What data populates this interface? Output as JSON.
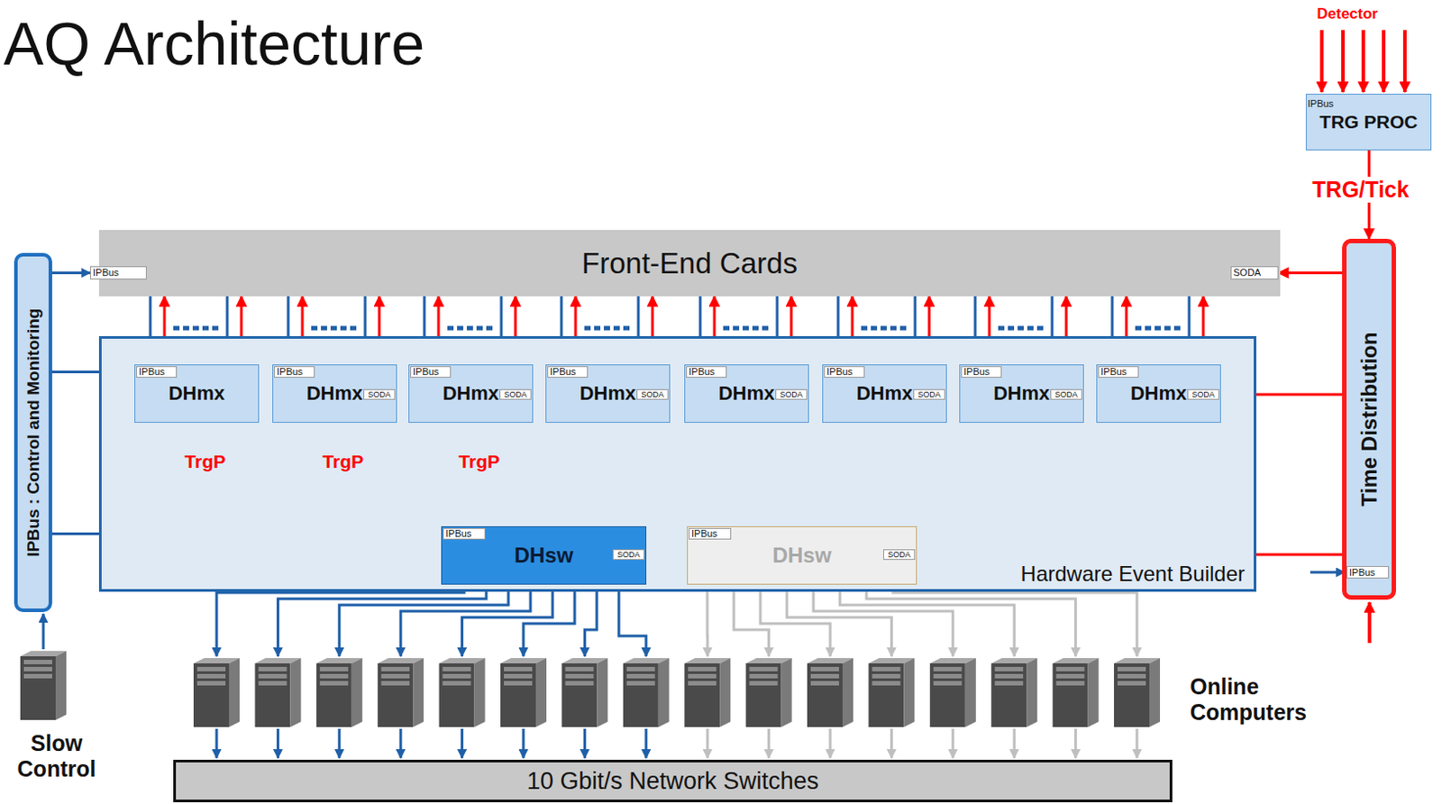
{
  "diagram": {
    "title": "AQ Architecture",
    "nodes": [
      {
        "text": [
          "TRG PROC"
        ]
      },
      {
        "text": [
          "IPBus"
        ],
        "in": 0
      },
      {
        "text": [
          "IPBus : Control and Monitoring"
        ]
      },
      {
        "text": [
          "Front-End Cards"
        ]
      },
      {
        "text": [
          "IPBus"
        ],
        "in": 3
      },
      {
        "text": [
          "SODA"
        ],
        "in": 3
      },
      {
        "text": [
          "Time Distribution"
        ]
      },
      {
        "text": [
          "IPBus"
        ],
        "in": 6
      },
      {
        "text": [
          "Hardware Event Builder"
        ]
      },
      {
        "text": [
          "DHmx"
        ],
        "in": 8
      },
      {
        "text": [
          "IPBus"
        ],
        "in": 9
      },
      {
        "text": [
          "DHmx"
        ],
        "in": 8
      },
      {
        "text": [
          "IPBus"
        ],
        "in": 11
      },
      {
        "text": [
          "SODA"
        ],
        "in": 11
      },
      {
        "text": [
          "DHmx"
        ],
        "in": 8
      },
      {
        "text": [
          "IPBus"
        ],
        "in": 14
      },
      {
        "text": [
          "SODA"
        ],
        "in": 14
      },
      {
        "text": [
          "DHmx"
        ],
        "in": 8
      },
      {
        "text": [
          "IPBus"
        ],
        "in": 17
      },
      {
        "text": [
          "SODA"
        ],
        "in": 17
      },
      {
        "text": [
          "DHmx"
        ],
        "in": 8
      },
      {
        "text": [
          "IPBus"
        ],
        "in": 20
      },
      {
        "text": [
          "SODA"
        ],
        "in": 20
      },
      {
        "text": [
          "DHmx"
        ],
        "in": 8
      },
      {
        "text": [
          "IPBus"
        ],
        "in": 23
      },
      {
        "text": [
          "SODA"
        ],
        "in": 23
      },
      {
        "text": [
          "DHmx"
        ],
        "in": 8
      },
      {
        "text": [
          "IPBus"
        ],
        "in": 26
      },
      {
        "text": [
          "SODA"
        ],
        "in": 26
      },
      {
        "text": [
          "DHmx"
        ],
        "in": 8
      },
      {
        "text": [
          "IPBus"
        ],
        "in": 29
      },
      {
        "text": [
          "SODA"
        ],
        "in": 29
      },
      {
        "text": [
          "DHsw"
        ],
        "in": 8
      },
      {
        "text": [
          "IPBus"
        ],
        "in": 32
      },
      {
        "text": [
          "SODA"
        ],
        "in": 32
      },
      {
        "text": [
          "DHsw"
        ],
        "in": 8
      },
      {
        "text": [
          "IPBus"
        ],
        "in": 35
      },
      {
        "text": [
          "SODA"
        ],
        "in": 35
      },
      {
        "text": [
          "10 Gbit/s Network Switches"
        ]
      }
    ],
    "edges": [
      {
        "from": 0,
        "to": 6,
        "arrow": "to",
        "label": "TRG/Tick"
      },
      {
        "from": 2,
        "to": 4,
        "arrow": "to"
      },
      {
        "from": 2,
        "to": 10,
        "arrow": "to"
      },
      {
        "from": 2,
        "to": 33,
        "arrow": "to"
      },
      {
        "from": 6,
        "to": 5,
        "arrow": "to"
      },
      {
        "from": 6,
        "to": 31,
        "arrow": "to"
      },
      {
        "from": 6,
        "to": 37,
        "arrow": "to"
      },
      {
        "from": 3,
        "to": 9,
        "arrow": "to"
      },
      {
        "from": 9,
        "to": 3,
        "arrow": "to"
      },
      {
        "from": 3,
        "to": 9,
        "arrow": "to"
      },
      {
        "from": 9,
        "to": 3,
        "arrow": "to"
      },
      {
        "from": 3,
        "to": 11,
        "arrow": "to"
      },
      {
        "from": 11,
        "to": 3,
        "arrow": "to"
      },
      {
        "from": 3,
        "to": 11,
        "arrow": "to"
      },
      {
        "from": 11,
        "to": 3,
        "arrow": "to"
      },
      {
        "from": 3,
        "to": 14,
        "arrow": "to"
      },
      {
        "from": 14,
        "to": 3,
        "arrow": "to"
      },
      {
        "from": 3,
        "to": 14,
        "arrow": "to"
      },
      {
        "from": 14,
        "to": 3,
        "arrow": "to"
      },
      {
        "from": 3,
        "to": 17,
        "arrow": "to"
      },
      {
        "from": 17,
        "to": 3,
        "arrow": "to"
      },
      {
        "from": 3,
        "to": 17,
        "arrow": "to"
      },
      {
        "from": 17,
        "to": 3,
        "arrow": "to"
      },
      {
        "from": 3,
        "to": 20,
        "arrow": "to"
      },
      {
        "from": 20,
        "to": 3,
        "arrow": "to"
      },
      {
        "from": 3,
        "to": 20,
        "arrow": "to"
      },
      {
        "from": 20,
        "to": 3,
        "arrow": "to"
      },
      {
        "from": 3,
        "to": 23,
        "arrow": "to"
      },
      {
        "from": 23,
        "to": 3,
        "arrow": "to"
      },
      {
        "from": 3,
        "to": 23,
        "arrow": "to"
      },
      {
        "from": 23,
        "to": 3,
        "arrow": "to"
      },
      {
        "from": 3,
        "to": 26,
        "arrow": "to"
      },
      {
        "from": 26,
        "to": 3,
        "arrow": "to"
      },
      {
        "from": 3,
        "to": 26,
        "arrow": "to"
      },
      {
        "from": 26,
        "to": 3,
        "arrow": "to"
      },
      {
        "from": 3,
        "to": 29,
        "arrow": "to"
      },
      {
        "from": 29,
        "to": 3,
        "arrow": "to"
      },
      {
        "from": 3,
        "to": 29,
        "arrow": "to"
      },
      {
        "from": 29,
        "to": 3,
        "arrow": "to"
      },
      {
        "from": 9,
        "to": 11,
        "arrow": "none"
      },
      {
        "from": 13,
        "to": 14,
        "arrow": "none"
      },
      {
        "from": 16,
        "to": 17,
        "arrow": "none"
      },
      {
        "from": 19,
        "to": 20,
        "arrow": "none"
      },
      {
        "from": 22,
        "to": 23,
        "arrow": "none"
      },
      {
        "from": 25,
        "to": 26,
        "arrow": "none"
      },
      {
        "from": 28,
        "to": 29,
        "arrow": "none"
      },
      {
        "from": 9,
        "to": 32,
        "arrow": "to"
      },
      {
        "from": 11,
        "to": 32,
        "arrow": "to"
      },
      {
        "from": 14,
        "to": 32,
        "arrow": "to"
      },
      {
        "from": 17,
        "to": 32,
        "arrow": "to"
      },
      {
        "from": 20,
        "to": 32,
        "arrow": "to"
      },
      {
        "from": 23,
        "to": 32,
        "arrow": "to"
      },
      {
        "from": 26,
        "to": 32,
        "arrow": "to"
      },
      {
        "from": 29,
        "to": 32,
        "arrow": "to"
      },
      {
        "from": 9,
        "to": 35,
        "arrow": "to"
      },
      {
        "from": 11,
        "to": 35,
        "arrow": "to"
      },
      {
        "from": 14,
        "to": 35,
        "arrow": "to"
      },
      {
        "from": 17,
        "to": 35,
        "arrow": "to"
      },
      {
        "from": 20,
        "to": 35,
        "arrow": "to"
      },
      {
        "from": 23,
        "to": 35,
        "arrow": "to"
      },
      {
        "from": 26,
        "to": 35,
        "arrow": "to"
      },
      {
        "from": 29,
        "to": 35,
        "arrow": "to"
      }
    ],
    "labels": [
      "Detector",
      "TrgP",
      "TrgP",
      "TrgP",
      "Online Computers",
      "Slow Control"
    ]
  }
}
